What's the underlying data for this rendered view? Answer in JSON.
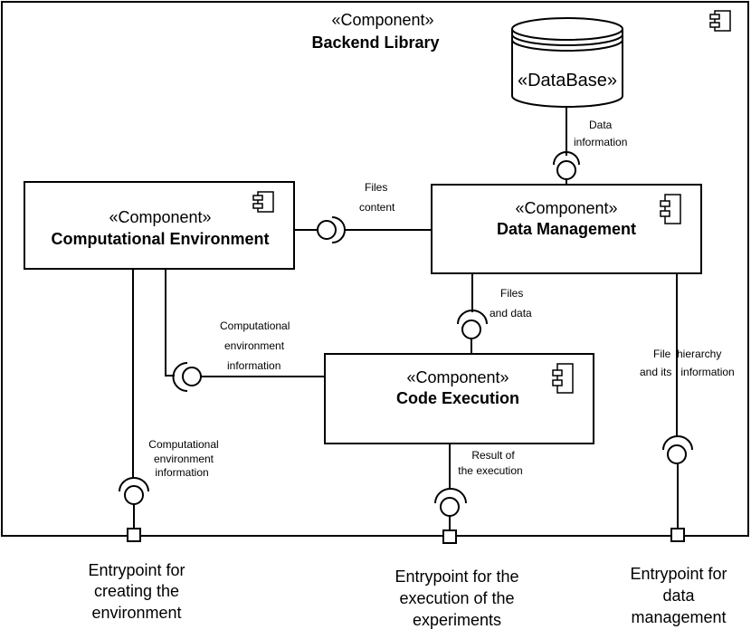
{
  "diagram": {
    "type": "UML component diagram",
    "container": {
      "stereotype": "«Component»",
      "name": "Backend Library",
      "icon": "component-icon"
    },
    "database": {
      "stereotype": "«DataBase»",
      "icon": "database-cylinder"
    },
    "components": [
      {
        "id": "comp-env",
        "stereotype": "«Component»",
        "name": "Computational Environment",
        "icon": "component-icon"
      },
      {
        "id": "data-mgmt",
        "stereotype": "«Component»",
        "name": "Data Management",
        "icon": "component-icon"
      },
      {
        "id": "code-exec",
        "stereotype": "«Component»",
        "name": "Code Execution",
        "icon": "component-icon"
      }
    ],
    "interfaces": [
      {
        "provider": "DataBase",
        "consumer": "Data Management",
        "label_lines": [
          "Data",
          "information"
        ]
      },
      {
        "provider": "Computational Environment",
        "consumer": "Data Management",
        "label_lines": [
          "Files",
          "content"
        ]
      },
      {
        "provider": "Code Execution",
        "consumer": "Data Management",
        "label_lines": [
          "Files",
          "and data"
        ]
      },
      {
        "provider": "Code Execution",
        "consumer": "Computational Environment",
        "label_lines": [
          "Computational",
          "environment",
          "information"
        ]
      },
      {
        "provider": "Entrypoint for creating the environment",
        "consumer": "Computational Environment",
        "label_lines": [
          "Computational",
          "environment",
          "information"
        ]
      },
      {
        "provider": "Entrypoint for the execution of the experiments",
        "consumer": "Code Execution",
        "label_lines": [
          "Result of",
          "the execution"
        ]
      },
      {
        "provider": "Entrypoint for data management",
        "consumer": "Data Management",
        "label_lines": [
          "File  hierarchy",
          "and its   information"
        ]
      }
    ],
    "ports": [
      {
        "label_lines": [
          "Entrypoint for",
          "creating the",
          "environment"
        ]
      },
      {
        "label_lines": [
          "Entrypoint for the",
          "execution of the",
          "experiments"
        ]
      },
      {
        "label_lines": [
          "Entrypoint for",
          "data",
          "management"
        ]
      }
    ]
  }
}
